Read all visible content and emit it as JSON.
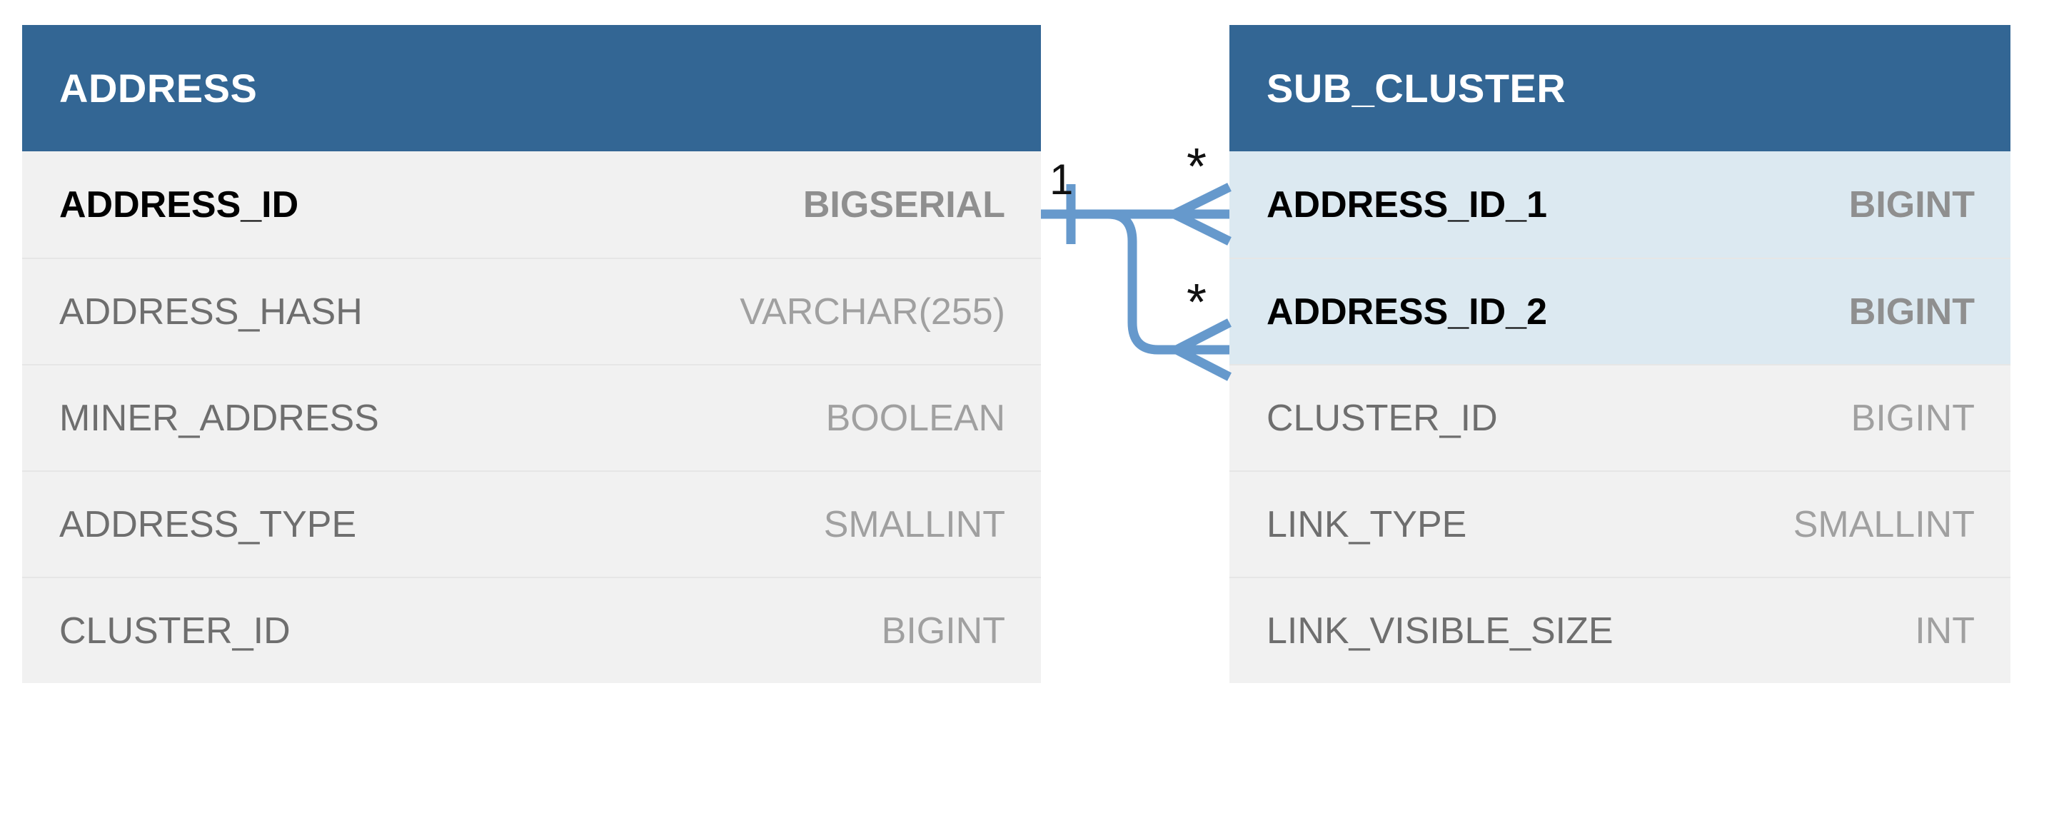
{
  "diagram": {
    "type": "entity-relationship-diagram",
    "colors": {
      "header_background": "#336694",
      "header_text": "#ffffff",
      "row_background": "#f1f1f1",
      "row_highlight_background": "#dce9f1",
      "attribute_name": "#6e6e6e",
      "attribute_type": "#a0a0a0",
      "key_attribute_name": "#000000",
      "connector": "#6699cc",
      "canvas_background": "#ffffff"
    }
  },
  "entities": [
    {
      "name": "ADDRESS",
      "attributes": [
        {
          "name": "ADDRESS_ID",
          "type": "BIGSERIAL",
          "key": true,
          "highlight": false
        },
        {
          "name": "ADDRESS_HASH",
          "type": "VARCHAR(255)",
          "key": false,
          "highlight": false
        },
        {
          "name": "MINER_ADDRESS",
          "type": "BOOLEAN",
          "key": false,
          "highlight": false
        },
        {
          "name": "ADDRESS_TYPE",
          "type": "SMALLINT",
          "key": false,
          "highlight": false
        },
        {
          "name": "CLUSTER_ID",
          "type": "BIGINT",
          "key": false,
          "highlight": false
        }
      ]
    },
    {
      "name": "SUB_CLUSTER",
      "attributes": [
        {
          "name": "ADDRESS_ID_1",
          "type": "BIGINT",
          "key": true,
          "highlight": true
        },
        {
          "name": "ADDRESS_ID_2",
          "type": "BIGINT",
          "key": true,
          "highlight": true
        },
        {
          "name": "CLUSTER_ID",
          "type": "BIGINT",
          "key": false,
          "highlight": false
        },
        {
          "name": "LINK_TYPE",
          "type": "SMALLINT",
          "key": false,
          "highlight": false
        },
        {
          "name": "LINK_VISIBLE_SIZE",
          "type": "INT",
          "key": false,
          "highlight": false
        }
      ]
    }
  ],
  "relationships": [
    {
      "from_entity": "ADDRESS",
      "from_attribute": "ADDRESS_ID",
      "to_entity": "SUB_CLUSTER",
      "to_attribute": "ADDRESS_ID_1",
      "source_cardinality": "1",
      "target_cardinality": "*"
    },
    {
      "from_entity": "ADDRESS",
      "from_attribute": "ADDRESS_ID",
      "to_entity": "SUB_CLUSTER",
      "to_attribute": "ADDRESS_ID_2",
      "source_cardinality": "1",
      "target_cardinality": "*"
    }
  ],
  "cardinality_markers": {
    "one": "1",
    "many": "*"
  }
}
